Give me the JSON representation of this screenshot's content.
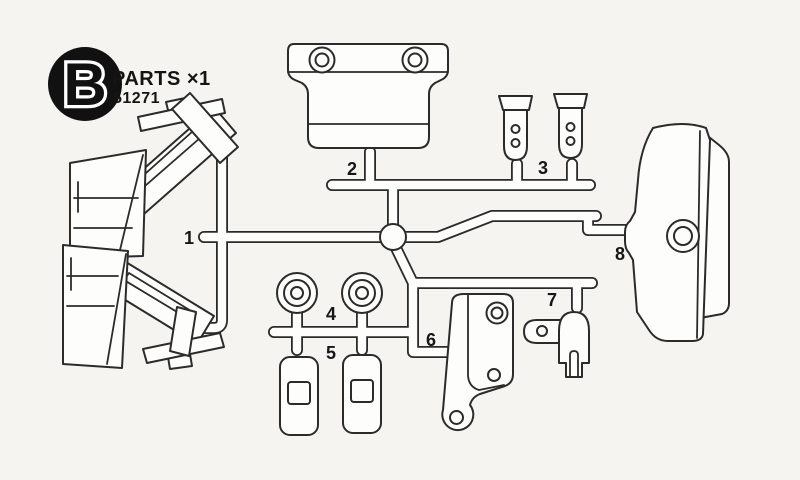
{
  "header": {
    "series_letter": "B",
    "parts_label": "PARTS ×1",
    "item_number": "51271"
  },
  "callout_numbers": [
    "1",
    "2",
    "3",
    "4",
    "5",
    "6",
    "7",
    "8"
  ],
  "colors": {
    "background": "#f5f4f1",
    "outline": "#2b2b2b",
    "part_fill": "#fdfdfc",
    "logo_fill": "#111111"
  }
}
